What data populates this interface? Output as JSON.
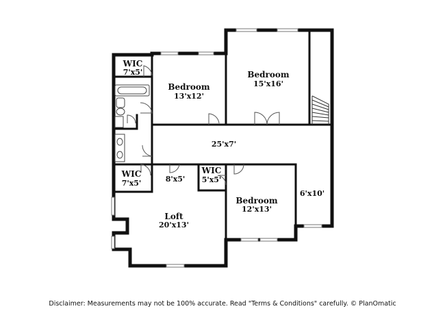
{
  "rooms": {
    "wic_top": {
      "name": "WIC",
      "size": "7'x5'"
    },
    "bedroom_left": {
      "name": "Bedroom",
      "size": "13'x12'"
    },
    "bedroom_main": {
      "name": "Bedroom",
      "size": "15'x16'"
    },
    "hall": {
      "name": "",
      "size": "25'x7'"
    },
    "wic_left": {
      "name": "WIC",
      "size": "7'x5'"
    },
    "nook": {
      "name": "",
      "size": "8'x5'"
    },
    "wic_mid": {
      "name": "WIC",
      "size": "5'x5'"
    },
    "bedroom_lower": {
      "name": "Bedroom",
      "size": "12'x13'"
    },
    "side_hall": {
      "name": "",
      "size": "6'x10'"
    },
    "loft": {
      "name": "Loft",
      "size": "20'x13'"
    }
  },
  "footer": {
    "disclaimer": "Disclaimer: Measurements may not be 100% accurate. Read \"Terms & Conditions\" carefully. © PlanOmatic"
  }
}
